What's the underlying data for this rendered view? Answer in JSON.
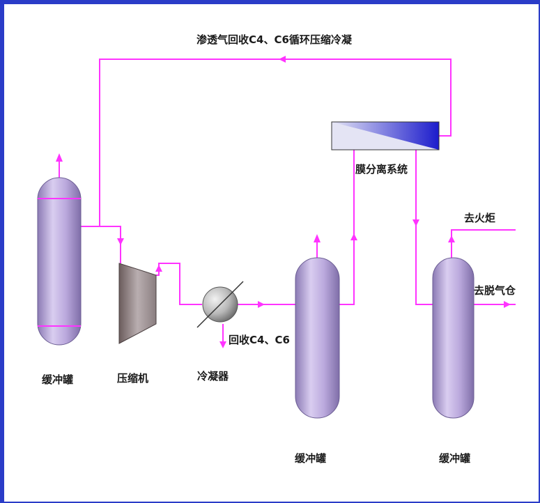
{
  "labels": {
    "recycle_line": "渗透气回收C4、C6循环压缩冷凝",
    "membrane": "膜分离系统",
    "to_flare": "去火炬",
    "to_degas": "去脱气仓",
    "recover": "回收C4、C6",
    "tank1": "缓冲罐",
    "compressor": "压缩机",
    "condenser": "冷凝器",
    "tank2": "缓冲罐",
    "tank3": "缓冲罐"
  },
  "colors": {
    "frame": "#2a3cc8",
    "pipe": "#ff33ff",
    "tank": "#b7a6d8",
    "membrane_dark": "#1c1ccc"
  }
}
